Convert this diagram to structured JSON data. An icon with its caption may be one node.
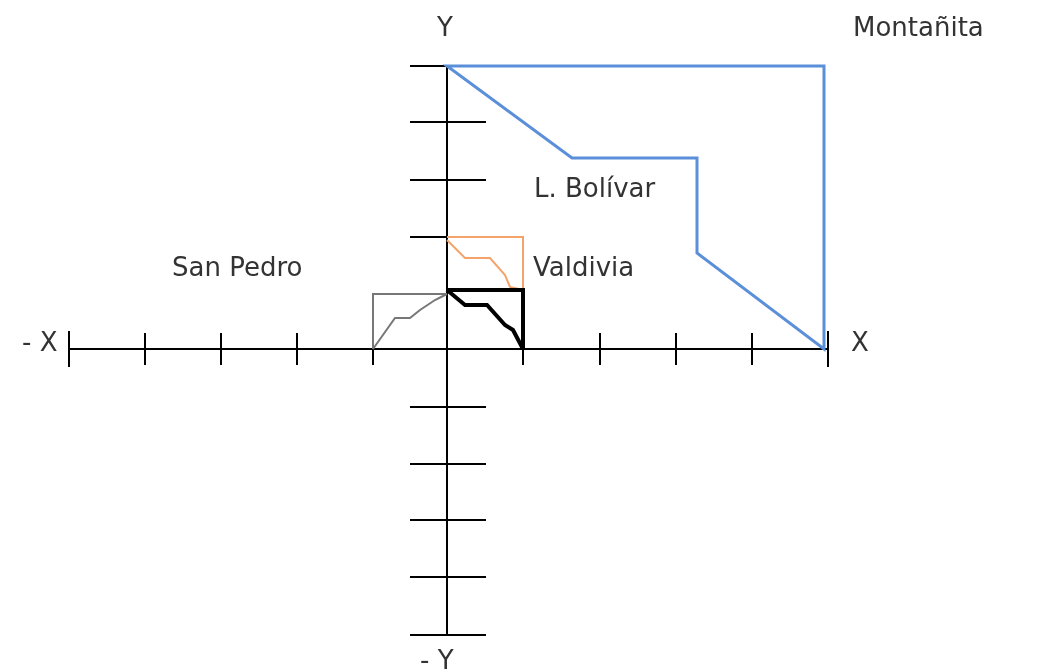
{
  "diagram": {
    "labels": [
      "Y",
      "Montañita",
      "L. Bolívar",
      "San Pedro",
      "Valdivia",
      "- X",
      "X",
      "- Y"
    ]
  }
}
